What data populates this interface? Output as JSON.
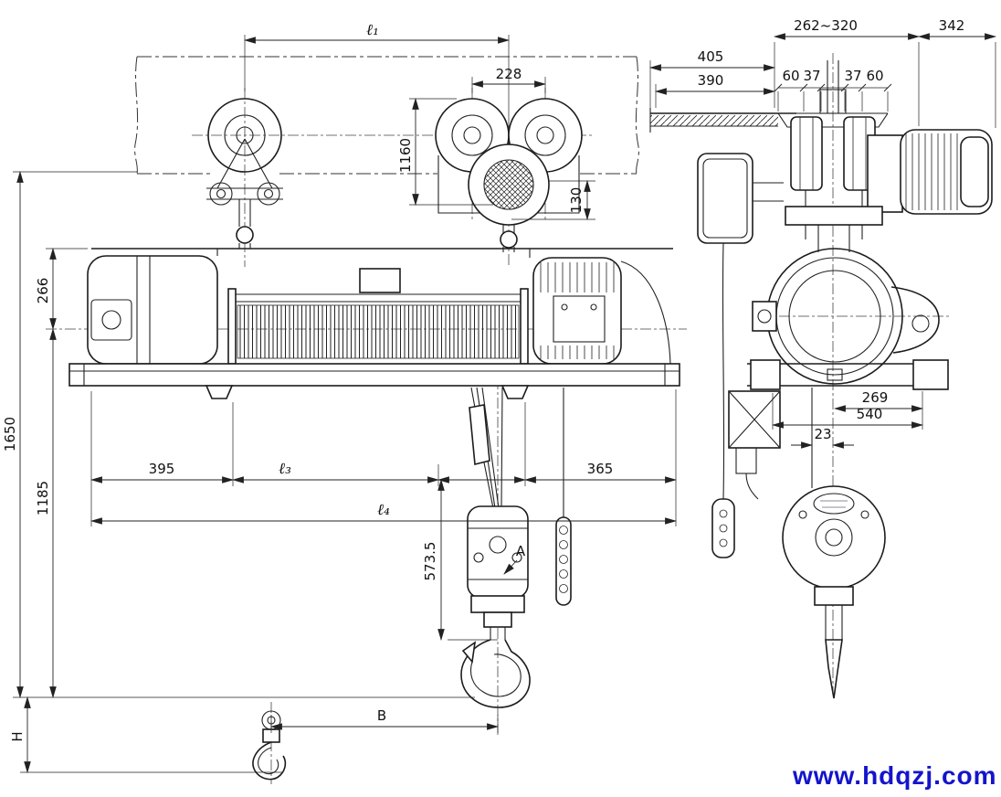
{
  "drawing": {
    "kind": "electric wire rope hoist - general arrangement drawing",
    "views": {
      "front_view": "monorail hoist front elevation",
      "side_view": "hoist side elevation"
    }
  },
  "colors": {
    "line": "#1c1c1c",
    "watermark": "#1414cc",
    "background": "#ffffff"
  },
  "front_dims": {
    "l1": "ℓ₁",
    "w228": "228",
    "h1160": "1160",
    "h130": "130",
    "h266": "266",
    "h1650": "1650",
    "h1185": "1185",
    "w395": "395",
    "l3": "ℓ₃",
    "w365": "365",
    "l4": "ℓ₄",
    "h5735": "573.5",
    "section_a": "A",
    "dim_h": "H",
    "dim_b": "B"
  },
  "side_dims": {
    "range262_320": "262~320",
    "w342": "342",
    "w405": "405",
    "w390": "390",
    "w60_left": "60",
    "w37_left": "37",
    "w37_right": "37",
    "w60_right": "60",
    "w269": "269",
    "w540": "540",
    "w23": "23"
  },
  "watermark": {
    "text": "www.hdqzj.com",
    "color": "#1414cc"
  }
}
